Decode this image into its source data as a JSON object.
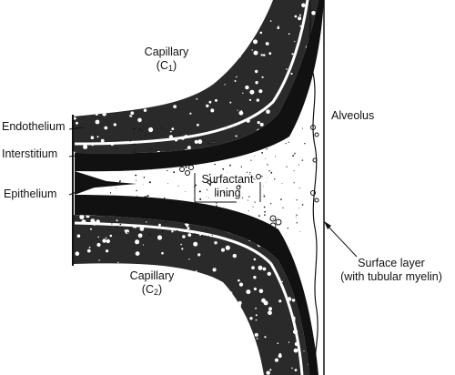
{
  "labels": {
    "capillary_top": "Capillary",
    "capillary_top_sym": "C",
    "capillary_top_sub": "1",
    "capillary_bottom": "Capillary",
    "capillary_bottom_sym": "C",
    "capillary_bottom_sub": "2",
    "endothelium": "Endothelium",
    "interstitium": "Interstitium",
    "epithelium": "Epithelium",
    "alveolus": "Alveolus",
    "surfactant_line1": "Surfactant",
    "surfactant_line2": "lining",
    "surface_layer_line1": "Surface layer",
    "surface_layer_line2": "(with tubular myelin)"
  },
  "colors": {
    "ink": "#111111",
    "capillary_fill": "#2a2a2a",
    "paper": "#ffffff"
  }
}
